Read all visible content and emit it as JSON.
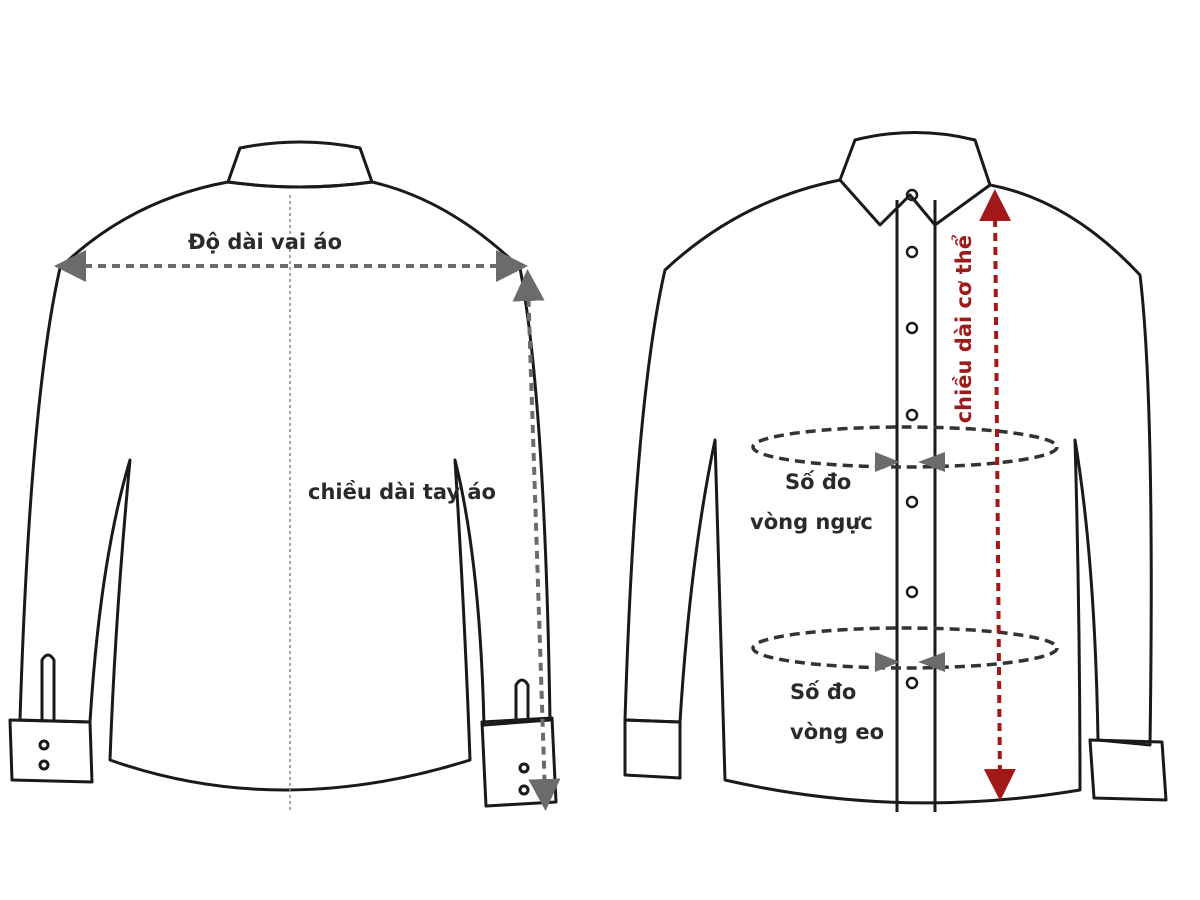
{
  "labels": {
    "shoulder_length": "Độ dài vai áo",
    "sleeve_length": "chiều dài tay áo",
    "chest_line1": "Số đo",
    "chest_line2": "vòng ngực",
    "waist_line1": "Số đo",
    "waist_line2": "vòng eo",
    "body_length": "chiều dài cơ thể"
  },
  "colors": {
    "outline": "#1a1a1a",
    "measure_gray": "#6b6b6b",
    "body_length_red": "#a31818"
  }
}
